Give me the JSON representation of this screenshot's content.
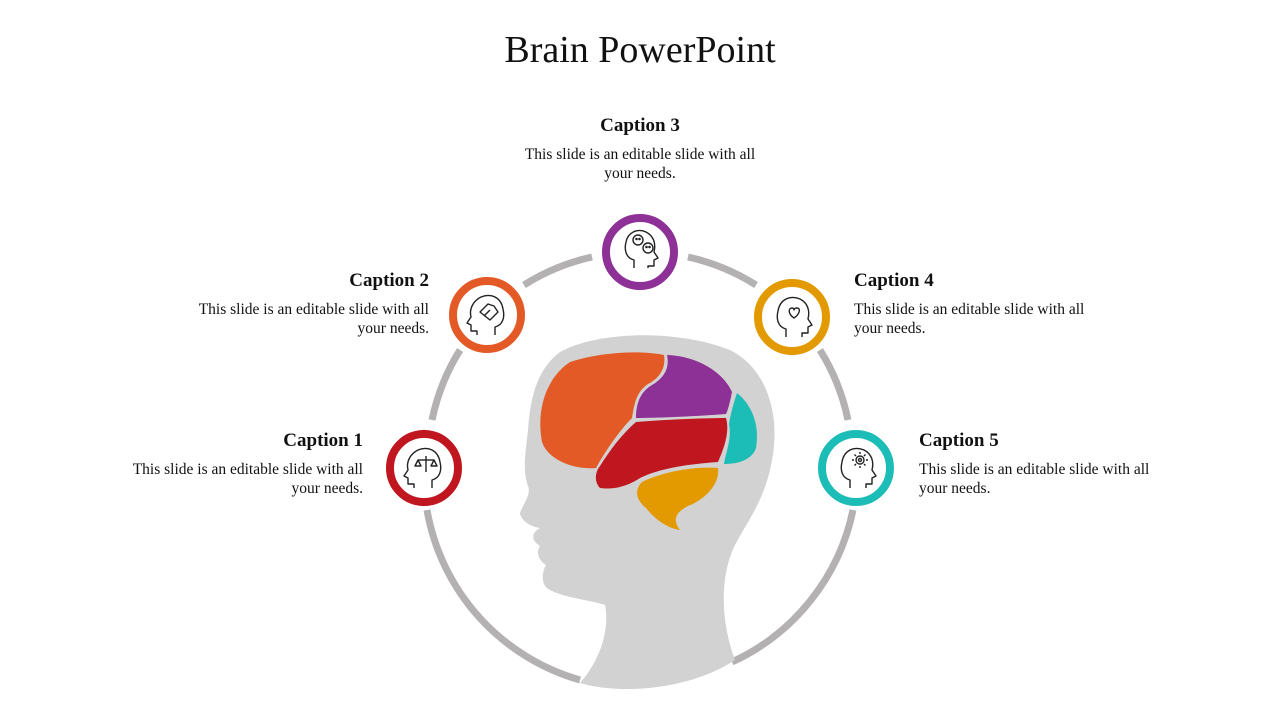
{
  "title": "Brain PowerPoint",
  "captions": [
    {
      "heading": "Caption 1",
      "text": "This slide is an editable slide with all your needs."
    },
    {
      "heading": "Caption 2",
      "text": "This slide is an editable slide with all your needs."
    },
    {
      "heading": "Caption 3",
      "text": "This slide is an editable slide with all your needs."
    },
    {
      "heading": "Caption 4",
      "text": "This slide is an editable slide with all your needs."
    },
    {
      "heading": "Caption 5",
      "text": "This slide is an editable slide with all your needs."
    }
  ],
  "colors": {
    "caption1": "#c0161f",
    "caption2": "#e35a26",
    "caption3": "#8e3196",
    "caption4": "#e39a00",
    "caption5": "#1dbdb7",
    "ring": "#b3b1b1",
    "head": "#d3d2d2"
  },
  "icons": [
    "balance-head-icon",
    "handshake-head-icon",
    "emotion-head-icon",
    "heart-head-icon",
    "gear-head-icon"
  ]
}
